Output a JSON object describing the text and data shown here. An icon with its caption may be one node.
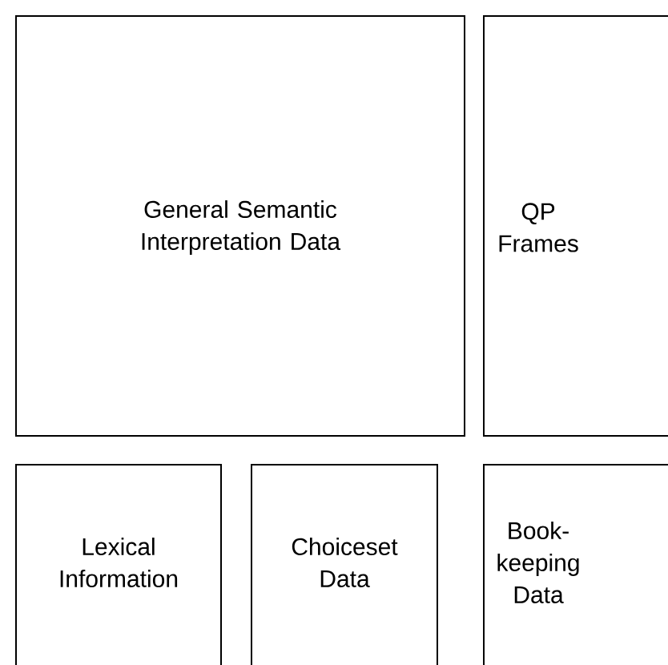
{
  "diagram": {
    "nodes": [
      {
        "text": [
          "General Semantic Interpretation Data"
        ]
      },
      {
        "text": [
          "QP Frames"
        ]
      },
      {
        "text": [
          "Lexical Information"
        ]
      },
      {
        "text": [
          "Choiceset Data"
        ]
      },
      {
        "text": [
          "Book-keeping Data"
        ]
      }
    ]
  }
}
